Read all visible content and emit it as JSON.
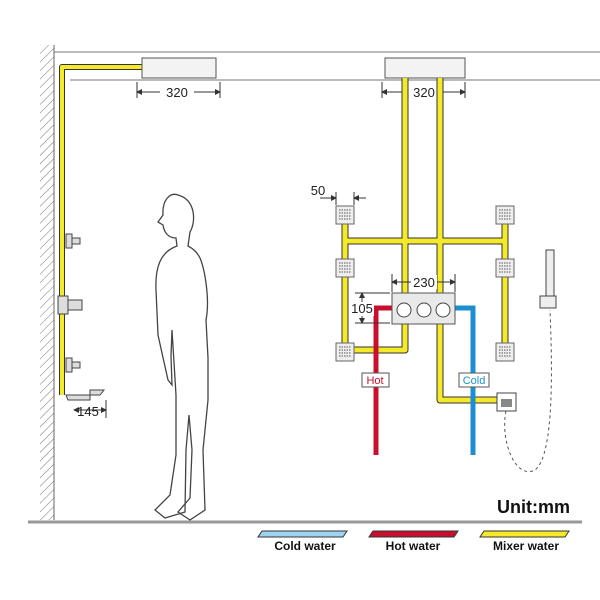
{
  "unit_label": "Unit:mm",
  "dimensions": {
    "head_left_width": "320",
    "head_right_width": "320",
    "jet_width": "50",
    "valve_width": "230",
    "valve_height": "105",
    "spout_projection": "145"
  },
  "pipe_labels": {
    "hot": "Hot",
    "cold": "Cold"
  },
  "legend": [
    {
      "label": "Cold water",
      "color": "#9fd4f0"
    },
    {
      "label": "Hot water",
      "color": "#c8102e"
    },
    {
      "label": "Mixer water",
      "color": "#f5ea2a"
    }
  ],
  "colors": {
    "hot": "#c8102e",
    "cold": "#1c8fd0",
    "mixer": "#f5ea2a"
  }
}
